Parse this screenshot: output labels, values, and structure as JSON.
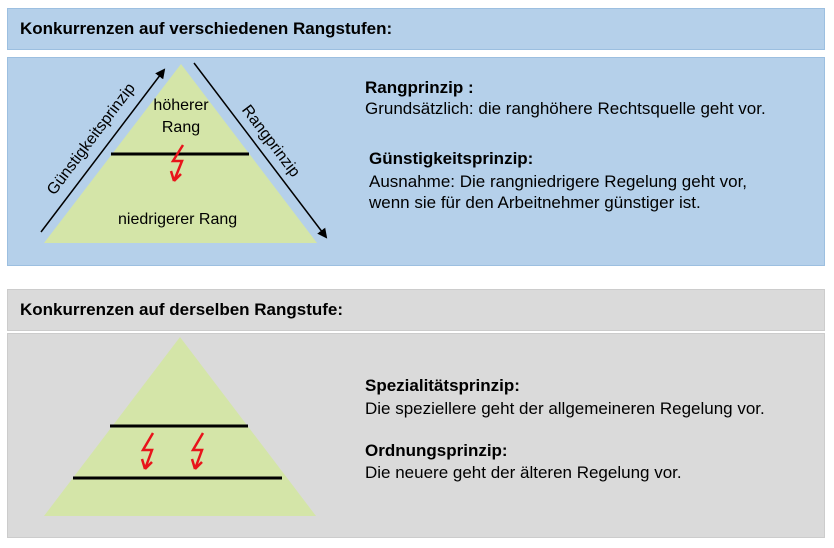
{
  "section_same_rank_different": {
    "header": "Konkurrenzen auf verschiedenen Rangstufen:",
    "pyramid": {
      "top_label_line1": "höherer",
      "top_label_line2": "Rang",
      "bottom_label": "niedrigerer Rang",
      "left_arrow_label": "Günstigkeitsprinzip",
      "right_arrow_label": "Rangprinzip"
    },
    "rangprinzip_title": "Rangprinzip :",
    "rangprinzip_text": "Grundsätzlich: die ranghöhere Rechtsquelle geht vor.",
    "guenstigkeit_title": "Günstigkeitsprinzip:",
    "guenstigkeit_text_line1": "Ausnahme: Die rangniedrigere Regelung geht vor,",
    "guenstigkeit_text_line2": "wenn sie für den Arbeitnehmer günstiger ist."
  },
  "section_same_rank": {
    "header": "Konkurrenzen auf derselben Rangstufe:",
    "spezialitaet_title": "Spezialitätsprinzip:",
    "spezialitaet_text": "Die speziellere geht der allgemeineren Regelung vor.",
    "ordnung_title": "Ordnungsprinzip:",
    "ordnung_text": "Die neuere geht der älteren Regelung vor."
  },
  "colors": {
    "blue_panel": "#b5d0ea",
    "gray_panel": "#dadada",
    "pyramid_fill": "#d4e5a8",
    "lightning": "#e8141b"
  }
}
